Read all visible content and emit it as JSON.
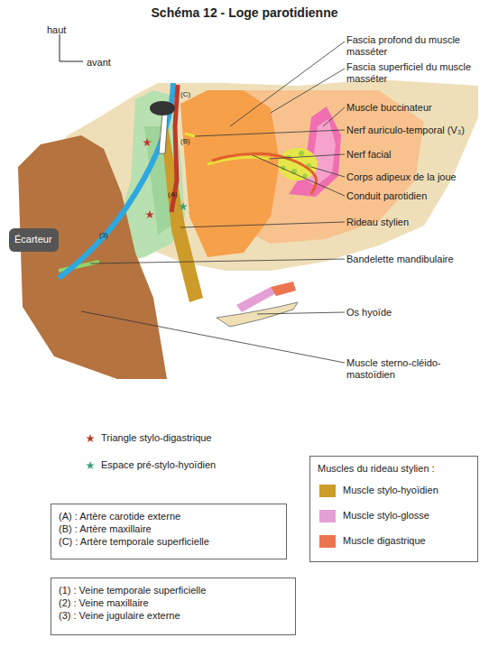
{
  "diagram": {
    "title": "Schéma 12 - Loge parotidienne",
    "nodes": [
      {
        "text": [
          "Muscles du rideau stylien :"
        ]
      },
      {
        "text": [
          "(A) : Artère carotide externe",
          "(B) : Artère maxillaire",
          "(C) : Artère temporale superficielle"
        ]
      },
      {
        "text": [
          "(1) : Veine temporale superficielle",
          "(2) : Veine maxillaire",
          "(3) : Veine jugulaire externe"
        ]
      }
    ],
    "labels": [
      "haut",
      "avant",
      "Fascia profond du muscle masséter",
      "Fascia superficiel du muscle masséter",
      "Muscle buccinateur",
      "Nerf auriculo-temporal (V₃)",
      "Nerf facial",
      "Corps adipeux de la joue",
      "Conduit parotidien",
      "Écarteur",
      "Rideau stylien",
      "Bandelette mandibulaire",
      "Os hyoïde",
      "Muscle sterno-cléido-mastoïdien",
      "(C)",
      "(B)",
      "(A)",
      "(3)"
    ],
    "legend": [
      {
        "text": "Triangle stylo-digastrique"
      },
      {
        "text": "Espace pré-stylo-hyoïdien"
      },
      {
        "text": "Muscle stylo-hyoïdien",
        "color": "#cc9b2a"
      },
      {
        "text": "Muscle stylo-glosse",
        "color": "#e3a0d6"
      },
      {
        "text": "Muscle digastrique",
        "color": "#ec7550"
      }
    ]
  }
}
